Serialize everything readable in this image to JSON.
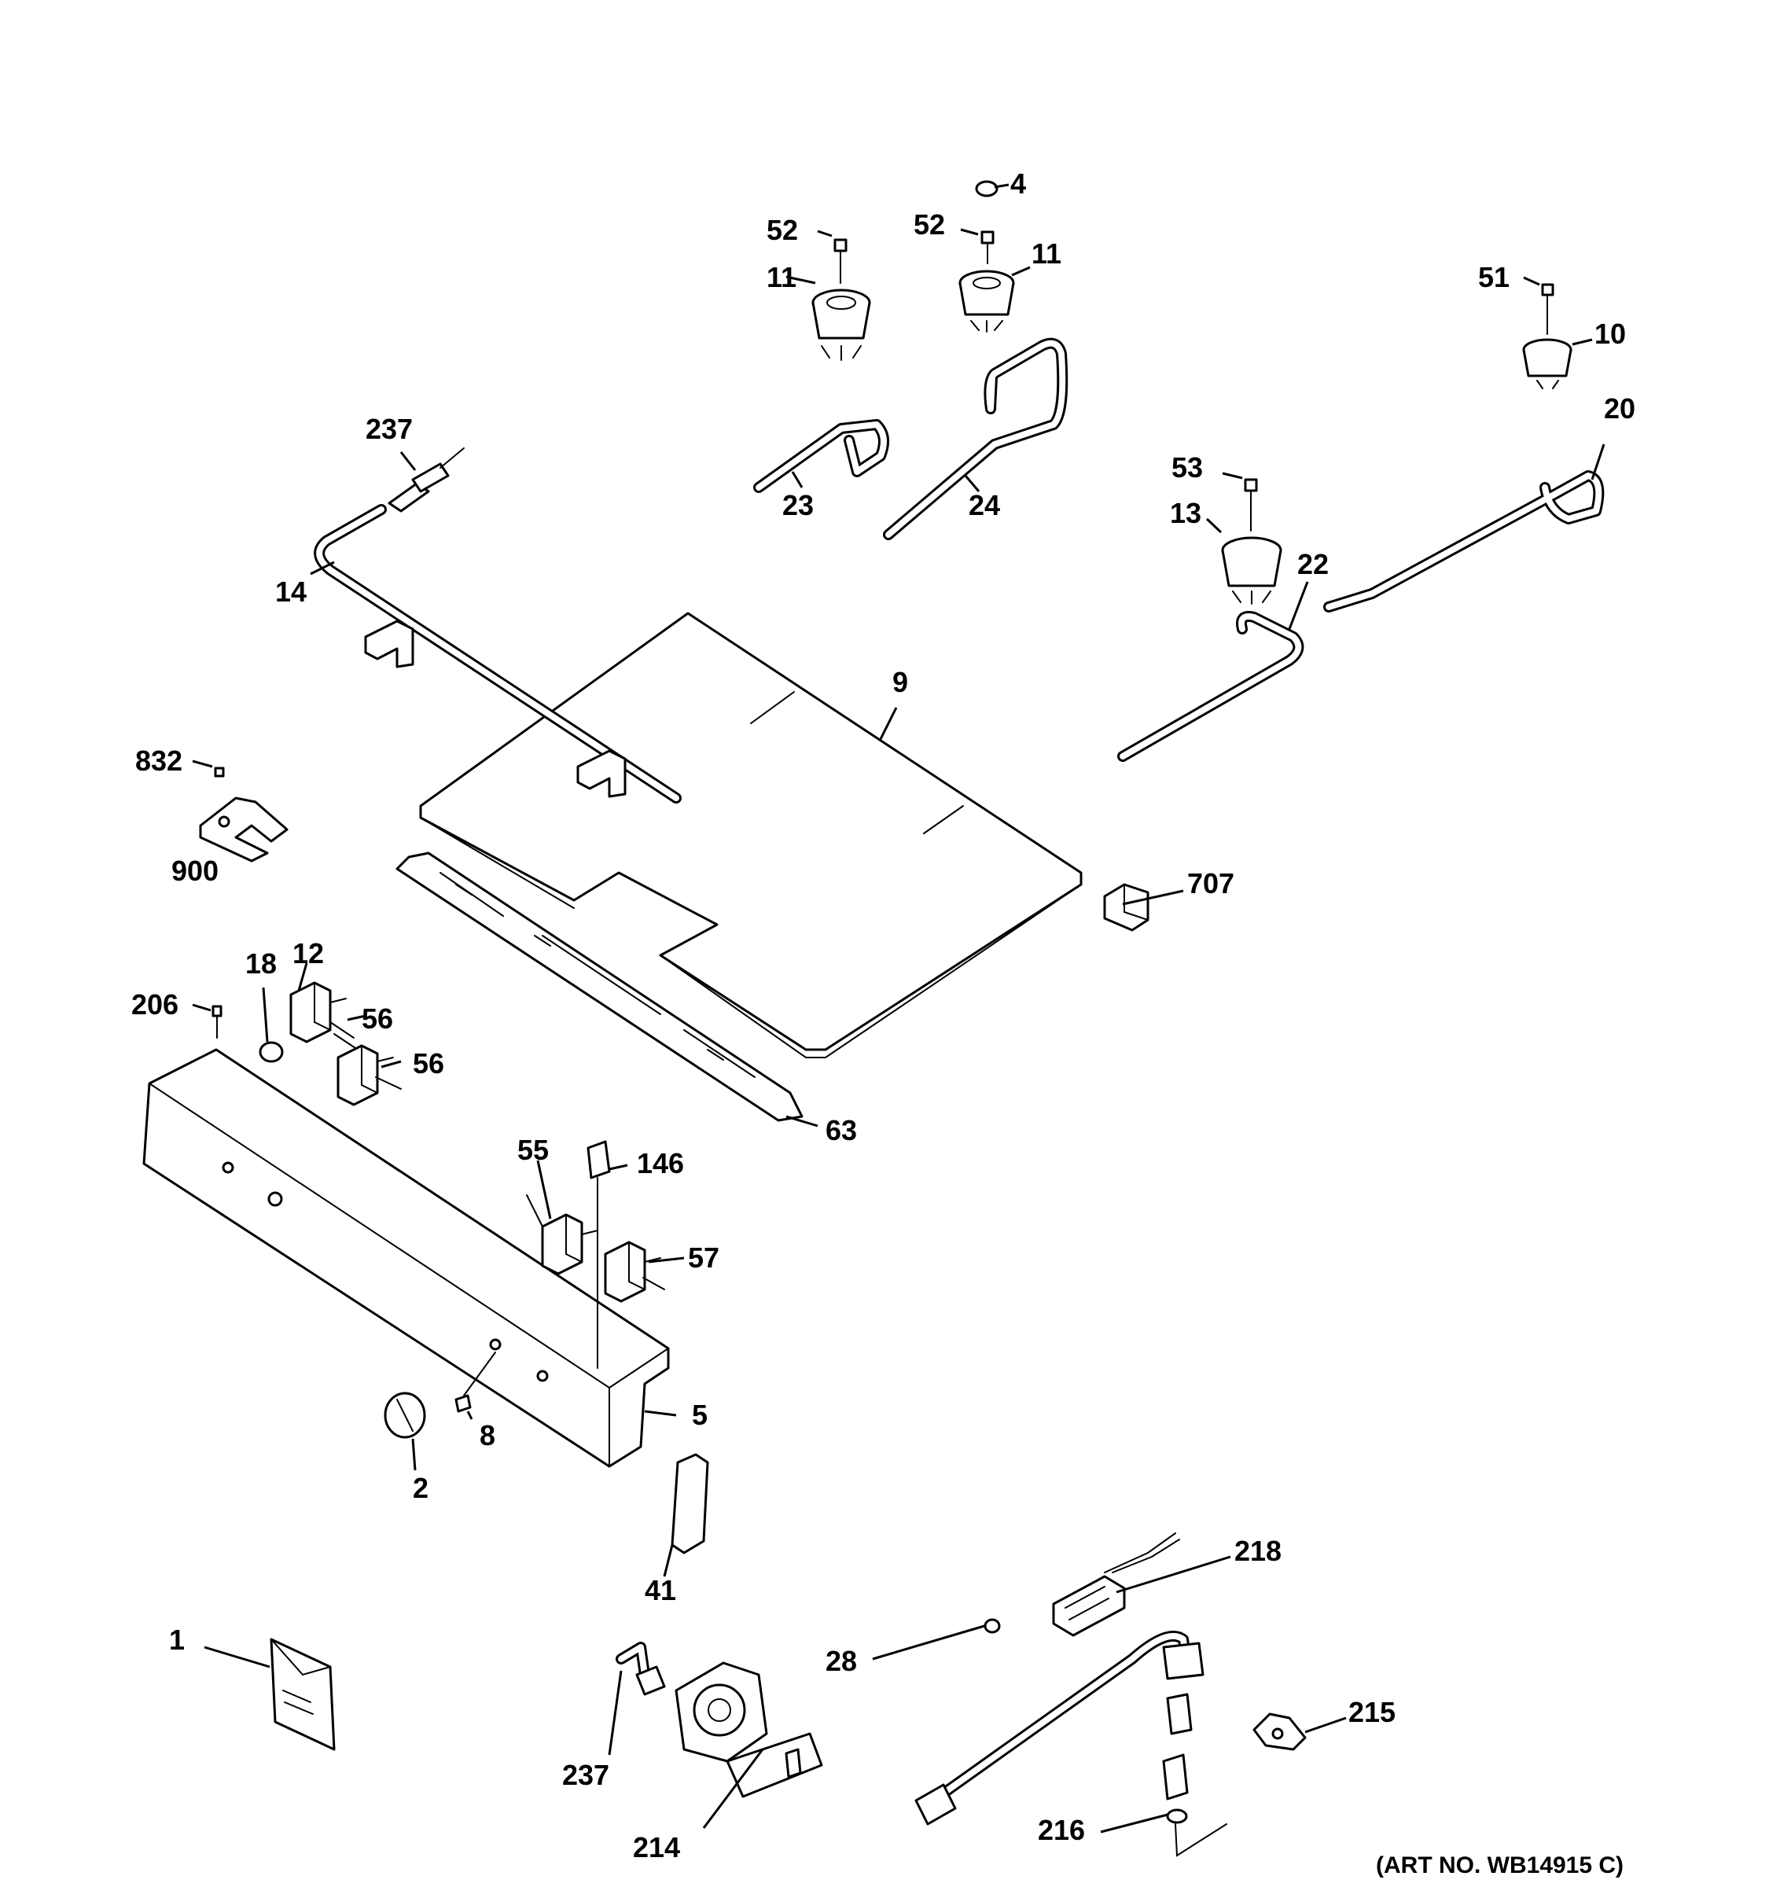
{
  "diagram": {
    "art_number": "(ART NO. WB14915 C)",
    "callouts": [
      {
        "id": "c-4",
        "label": "4"
      },
      {
        "id": "c-52a",
        "label": "52"
      },
      {
        "id": "c-52b",
        "label": "52"
      },
      {
        "id": "c-11a",
        "label": "11"
      },
      {
        "id": "c-11b",
        "label": "11"
      },
      {
        "id": "c-51",
        "label": "51"
      },
      {
        "id": "c-10",
        "label": "10"
      },
      {
        "id": "c-237a",
        "label": "237"
      },
      {
        "id": "c-23",
        "label": "23"
      },
      {
        "id": "c-24",
        "label": "24"
      },
      {
        "id": "c-20",
        "label": "20"
      },
      {
        "id": "c-53",
        "label": "53"
      },
      {
        "id": "c-13",
        "label": "13"
      },
      {
        "id": "c-22",
        "label": "22"
      },
      {
        "id": "c-14",
        "label": "14"
      },
      {
        "id": "c-9",
        "label": "9"
      },
      {
        "id": "c-832",
        "label": "832"
      },
      {
        "id": "c-900",
        "label": "900"
      },
      {
        "id": "c-707",
        "label": "707"
      },
      {
        "id": "c-18",
        "label": "18"
      },
      {
        "id": "c-12",
        "label": "12"
      },
      {
        "id": "c-206",
        "label": "206"
      },
      {
        "id": "c-56a",
        "label": "56"
      },
      {
        "id": "c-56b",
        "label": "56"
      },
      {
        "id": "c-63",
        "label": "63"
      },
      {
        "id": "c-55",
        "label": "55"
      },
      {
        "id": "c-146",
        "label": "146"
      },
      {
        "id": "c-57",
        "label": "57"
      },
      {
        "id": "c-5",
        "label": "5"
      },
      {
        "id": "c-8",
        "label": "8"
      },
      {
        "id": "c-2",
        "label": "2"
      },
      {
        "id": "c-41",
        "label": "41"
      },
      {
        "id": "c-218",
        "label": "218"
      },
      {
        "id": "c-1",
        "label": "1"
      },
      {
        "id": "c-28",
        "label": "28"
      },
      {
        "id": "c-215",
        "label": "215"
      },
      {
        "id": "c-237b",
        "label": "237"
      },
      {
        "id": "c-216",
        "label": "216"
      },
      {
        "id": "c-214",
        "label": "214"
      }
    ]
  }
}
